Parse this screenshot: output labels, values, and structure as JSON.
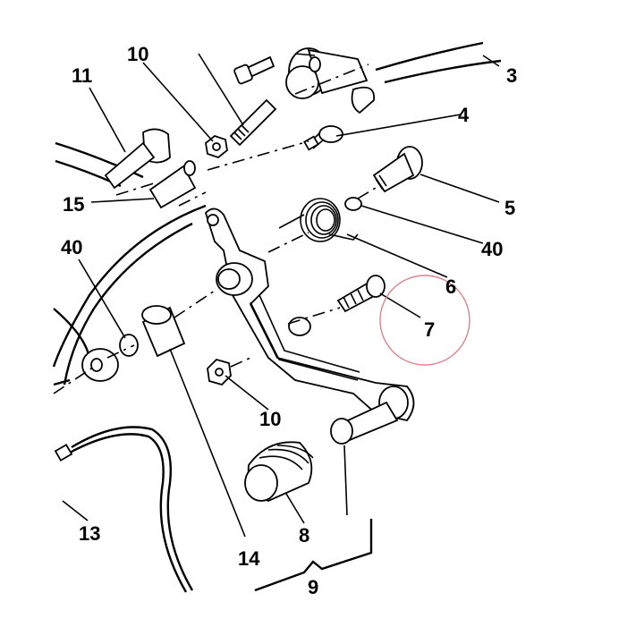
{
  "labels": {
    "p3": "3",
    "p4": "4",
    "p5": "5",
    "p6": "6",
    "p7": "7",
    "p8": "8",
    "p9": "9",
    "p10_top": "10",
    "p10_mid": "10",
    "p11": "11",
    "p13": "13",
    "p14": "14",
    "p15": "15",
    "p40_left": "40",
    "p40_right": "40"
  },
  "highlight": {
    "target": "7",
    "color": "#d9848c"
  }
}
